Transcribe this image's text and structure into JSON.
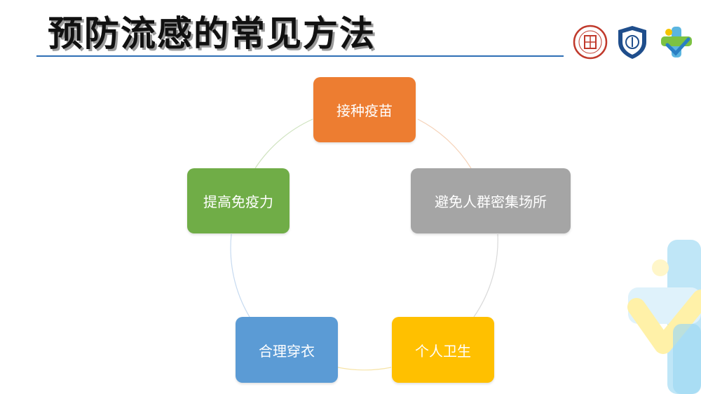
{
  "slide": {
    "title": "预防流感的常见方法"
  },
  "cycle": {
    "nodes": [
      {
        "label": "接种疫苗",
        "color": "#ed7d31"
      },
      {
        "label": "避免人群密集场所",
        "color": "#a5a5a5"
      },
      {
        "label": "个人卫生",
        "color": "#ffc000"
      },
      {
        "label": "合理穿衣",
        "color": "#5b9bd5"
      },
      {
        "label": "提高免疫力",
        "color": "#70ad47"
      }
    ]
  },
  "logos": [
    {
      "name": "fudan-university-seal-icon",
      "color": "#c0392b"
    },
    {
      "name": "hospital-shield-icon",
      "color": "#1f4e8c"
    },
    {
      "name": "health-cross-icon",
      "color": "#5bb5e0"
    }
  ],
  "accent_colors": {
    "title_rule": "#2e6fb5",
    "deco_blue": "#9fd8f2",
    "deco_yellow": "#fff1a8"
  }
}
